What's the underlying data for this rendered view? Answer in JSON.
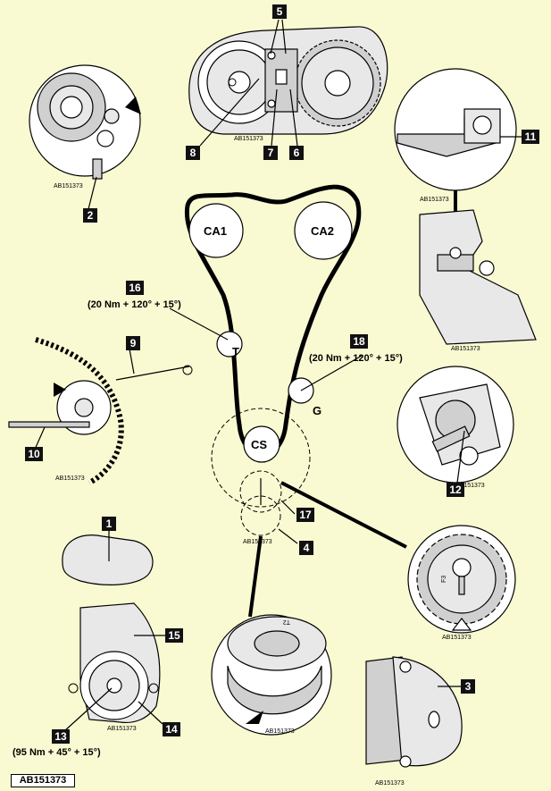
{
  "reference_code": "AB151373",
  "callouts": {
    "c1": "1",
    "c2": "2",
    "c3": "3",
    "c4": "4",
    "c5": "5",
    "c6": "6",
    "c7": "7",
    "c8": "8",
    "c9": "9",
    "c10": "10",
    "c11": "11",
    "c12": "12",
    "c13": "13",
    "c14": "14",
    "c15": "15",
    "c16": "16",
    "c17": "17",
    "c18": "18"
  },
  "torques": {
    "t16": "(20 Nm + 120° + 15°)",
    "t18": "(20 Nm + 120° + 15°)",
    "t13": "(95 Nm + 45° + 15°)"
  },
  "pulleys": {
    "ca1": "CA1",
    "ca2": "CA2",
    "cs": "CS",
    "t": "T",
    "g": "G"
  },
  "marks": {
    "f3": "F3",
    "t2": "T2"
  },
  "colors": {
    "background": "#fafad2",
    "callout_box": "#111111",
    "callout_text": "#ffffff"
  }
}
